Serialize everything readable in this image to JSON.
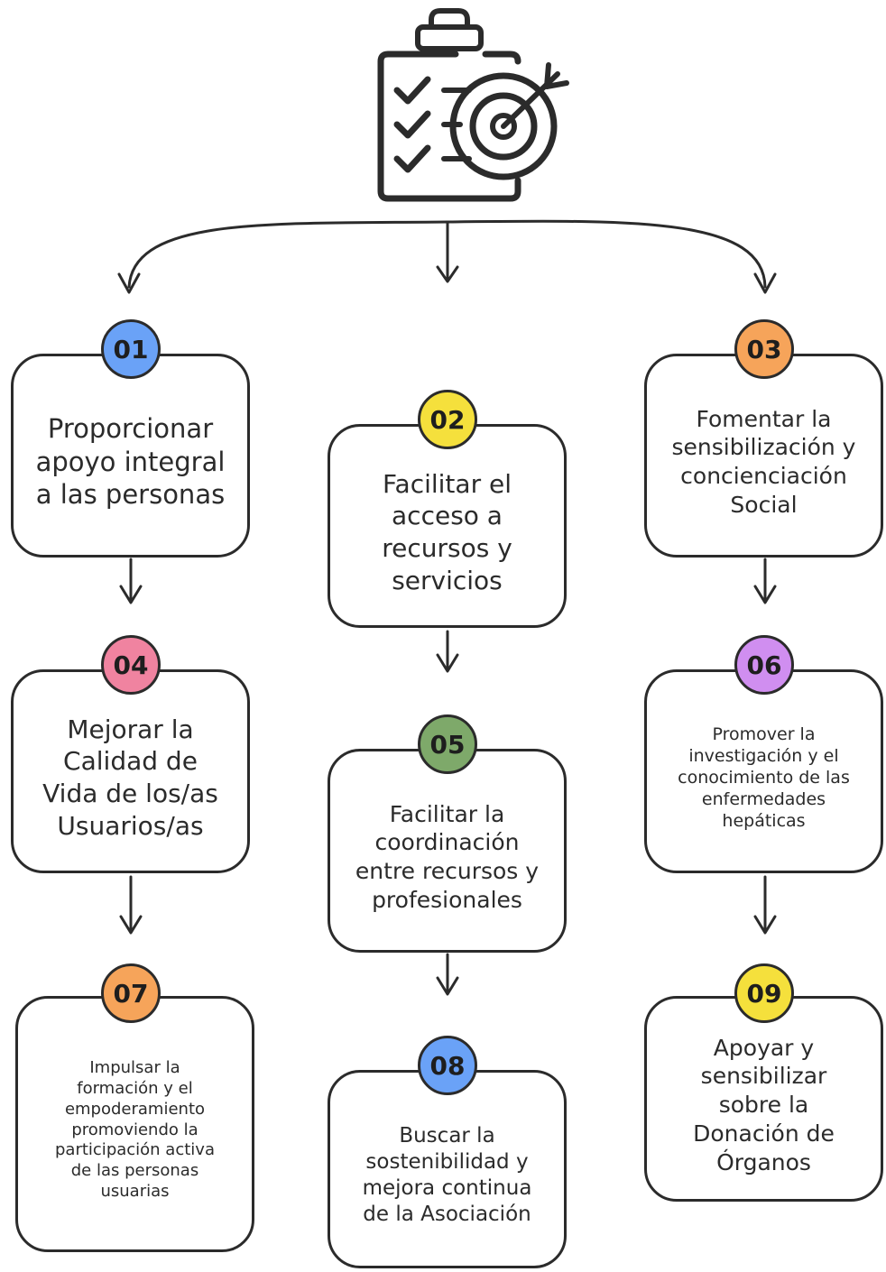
{
  "icon": "checklist-target-icon",
  "colors": {
    "stroke": "#2b2b2b",
    "blue": "#6aa2f7",
    "yellow": "#f5e03c",
    "orange": "#f6a45a",
    "pink": "#f083a0",
    "green": "#7ea96a",
    "violet": "#d08ef0"
  },
  "nodes": [
    {
      "num": "01",
      "text": "Proporcionar\napoyo integral\na las personas"
    },
    {
      "num": "02",
      "text": "Facilitar el\nacceso a\nrecursos y\nservicios"
    },
    {
      "num": "03",
      "text": "Fomentar la\nsensibilización y\nconcienciación\nSocial"
    },
    {
      "num": "04",
      "text": "Mejorar la\nCalidad de\nVida de los/as\nUsuarios/as"
    },
    {
      "num": "05",
      "text": "Facilitar la\ncoordinación\nentre recursos y\nprofesionales"
    },
    {
      "num": "06",
      "text": "Promover la\ninvestigación y el\nconocimiento de las\nenfermedades\nhepáticas"
    },
    {
      "num": "07",
      "text": "Impulsar la\nformación y el\nempoderamiento\npromoviendo la\nparticipación activa\nde las personas\nusuarias"
    },
    {
      "num": "08",
      "text": "Buscar la\nsostenibilidad y\nmejora continua\nde la Asociación"
    },
    {
      "num": "09",
      "text": "Apoyar y\nsensibilizar\nsobre  la\nDonación de\nÓrganos"
    }
  ]
}
